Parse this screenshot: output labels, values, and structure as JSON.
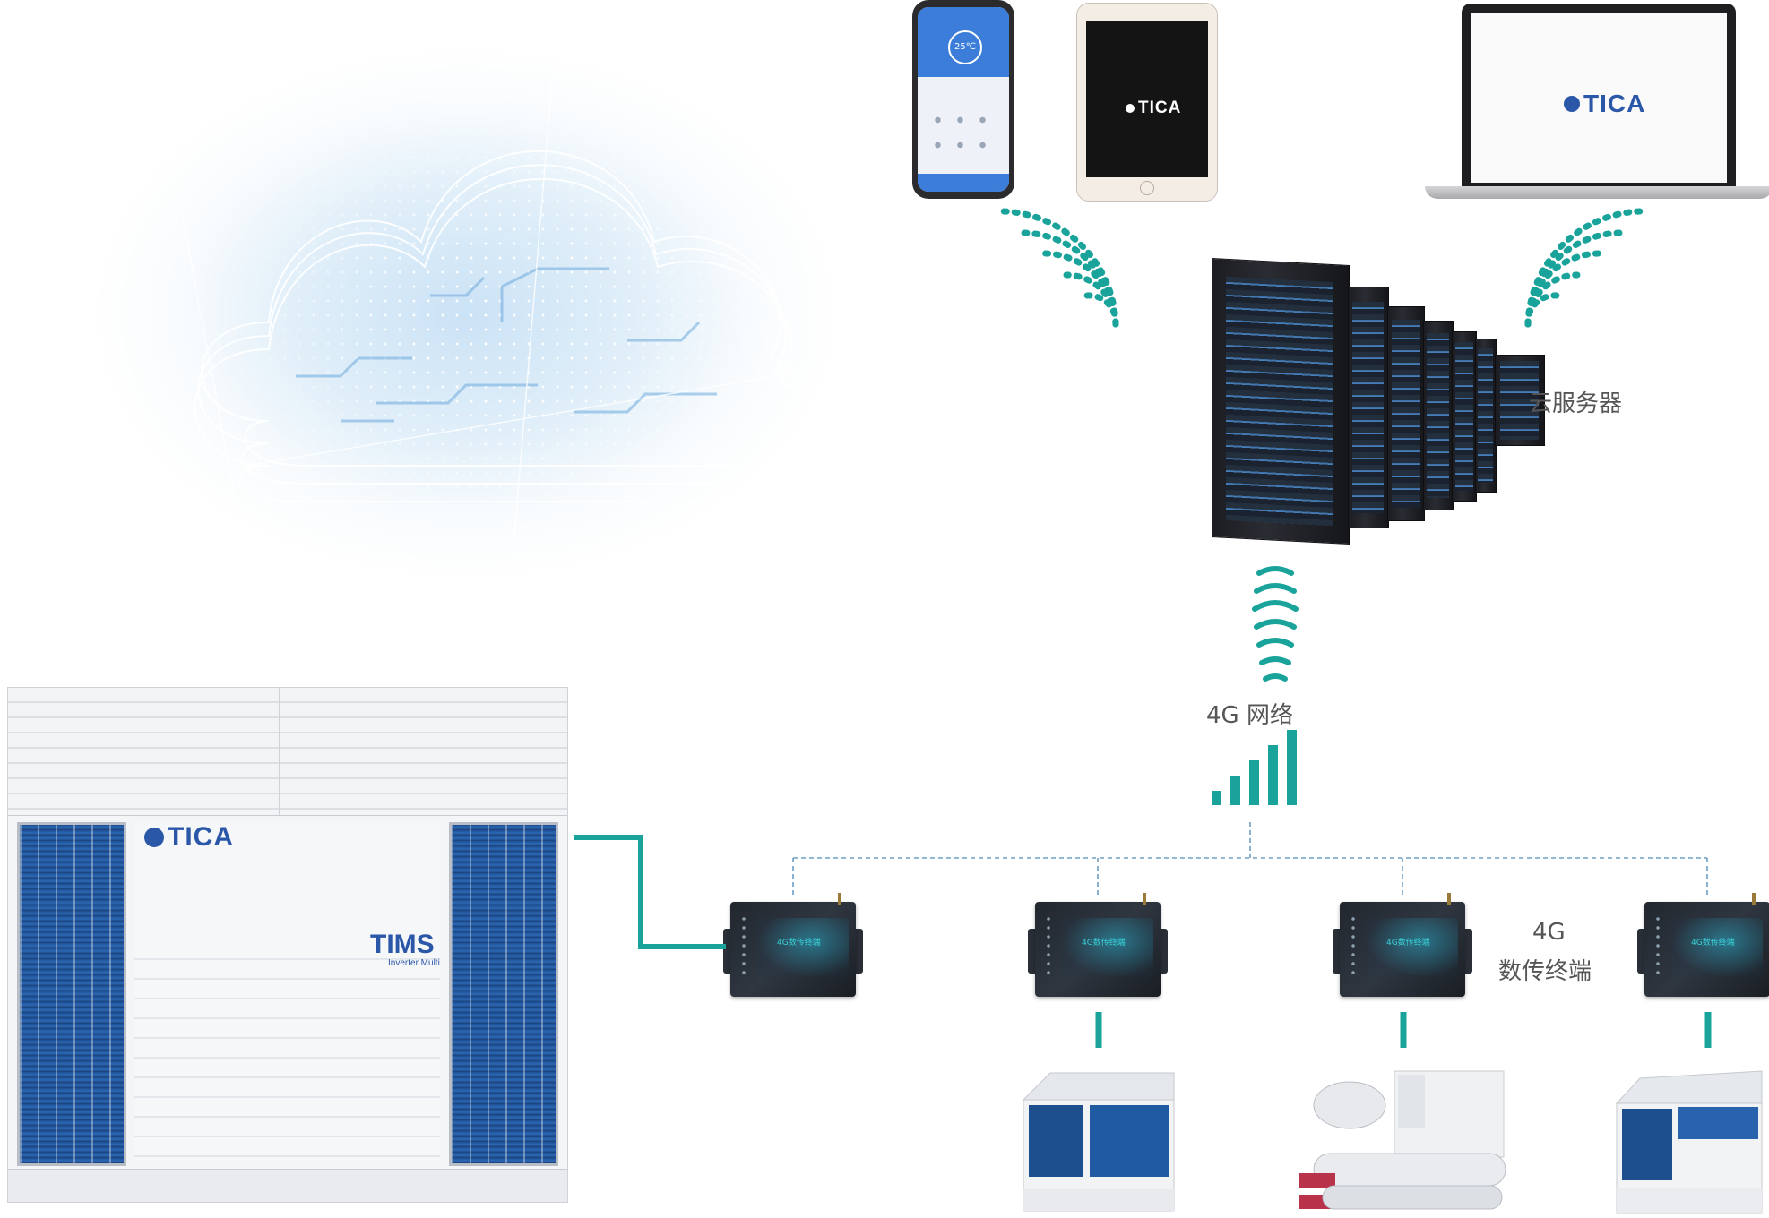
{
  "labels": {
    "cloud_server": "云服务器",
    "network_4g": "4G 网络",
    "terminal_line1": "4G",
    "terminal_line2": "数传终端"
  },
  "brand": {
    "logo_text": "TICA",
    "product_line": "TIMS",
    "product_subline": "Inverter Multi",
    "terminal_screen_text": "4G数传终端"
  },
  "phone_app": {
    "temperature": "25℃"
  },
  "colors": {
    "accent_teal": "#19a39a",
    "brand_blue": "#2b57a9",
    "label_gray": "#555555",
    "dashed_blue": "#6d9fc4"
  }
}
